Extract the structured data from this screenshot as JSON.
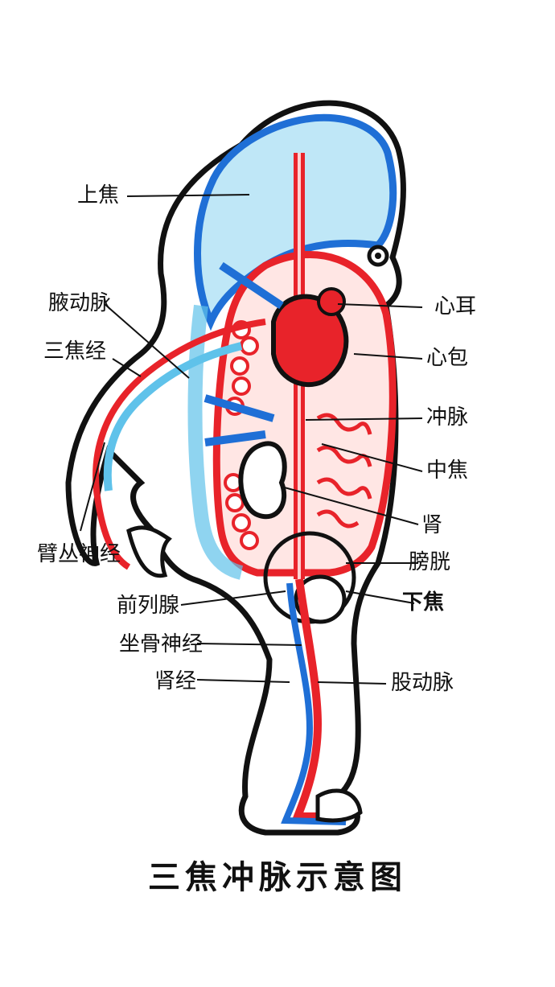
{
  "title": "三焦冲脉示意图",
  "labels": {
    "shangjiao": "上焦",
    "yidongmai": "腋动脉",
    "sanjiaojing": "三焦经",
    "bicongshenjing": "臂丛神经",
    "qianliexian": "前列腺",
    "zuogushenjing": "坐骨神经",
    "shenjing": "肾经",
    "xiner": "心耳",
    "xinbao": "心包",
    "chongmai": "冲脉",
    "zhongjiao": "中焦",
    "shen": "肾",
    "pangguang": "膀胱",
    "xiajiao": "下焦",
    "gudongmai": "股动脉"
  },
  "colors": {
    "artery": "#e8232a",
    "vein": "#1f6fd6",
    "light_blue": "#5fc2ea",
    "outline": "#111111",
    "background": "#ffffff"
  }
}
